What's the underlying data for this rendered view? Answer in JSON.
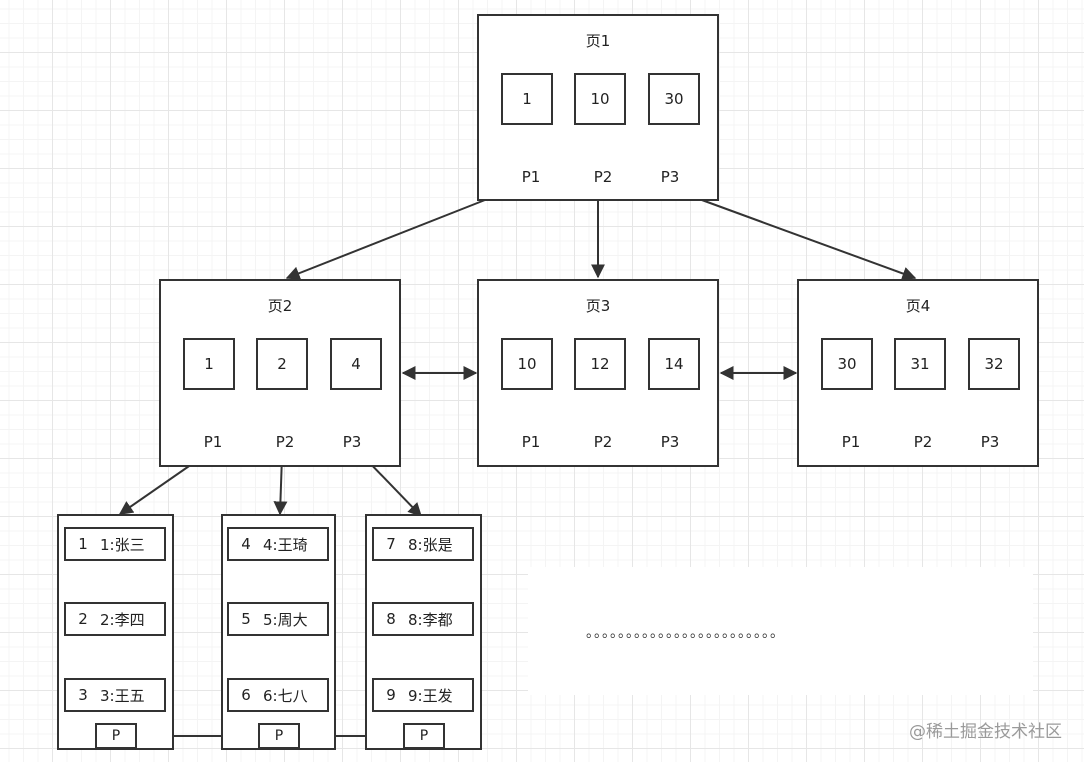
{
  "pages": {
    "root": {
      "title": "页1",
      "keys": [
        "1",
        "10",
        "30"
      ],
      "pointers": [
        "P1",
        "P2",
        "P3"
      ]
    },
    "p2": {
      "title": "页2",
      "keys": [
        "1",
        "2",
        "4"
      ],
      "pointers": [
        "P1",
        "P2",
        "P3"
      ]
    },
    "p3": {
      "title": "页3",
      "keys": [
        "10",
        "12",
        "14"
      ],
      "pointers": [
        "P1",
        "P2",
        "P3"
      ]
    },
    "p4": {
      "title": "页4",
      "keys": [
        "30",
        "31",
        "32"
      ],
      "pointers": [
        "P1",
        "P2",
        "P3"
      ]
    }
  },
  "leaves": [
    {
      "records": [
        {
          "id": "1",
          "value": "1:张三"
        },
        {
          "id": "2",
          "value": "2:李四"
        },
        {
          "id": "3",
          "value": "3:王五"
        }
      ],
      "pointer": "P"
    },
    {
      "records": [
        {
          "id": "4",
          "value": "4:王琦"
        },
        {
          "id": "5",
          "value": "5:周大"
        },
        {
          "id": "6",
          "value": "6:七八"
        }
      ],
      "pointer": "P"
    },
    {
      "records": [
        {
          "id": "7",
          "value": "8:张是"
        },
        {
          "id": "8",
          "value": "8:李都"
        },
        {
          "id": "9",
          "value": "9:王发"
        }
      ],
      "pointer": "P"
    }
  ],
  "ellipsis": "。。。。。。。。。。。。。。。。。。。。。。。。",
  "watermark": "@稀土掘金技术社区"
}
